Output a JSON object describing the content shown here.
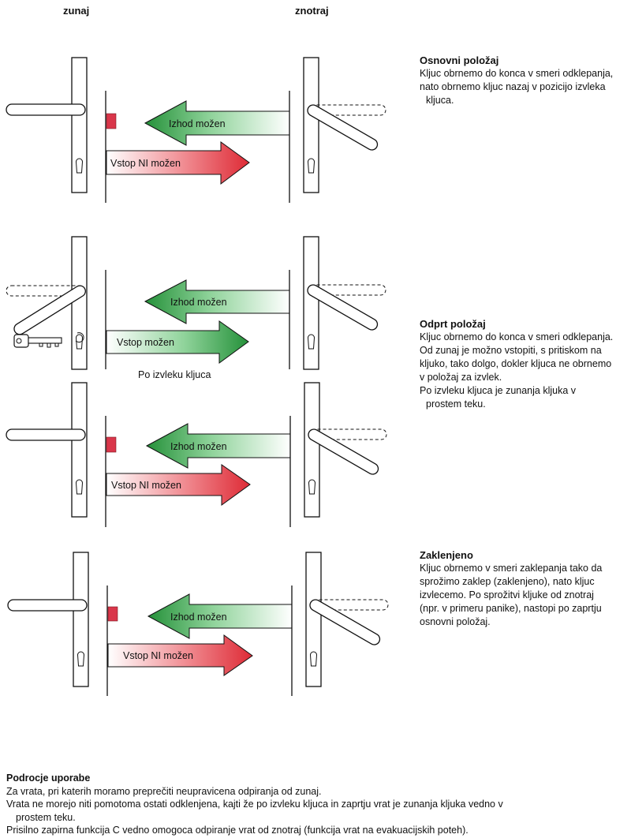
{
  "headers": {
    "outside": "zunaj",
    "inside": "znotraj"
  },
  "arrows": {
    "exit_possible": "Izhod možen",
    "entry_not_possible": "Vstop NI možen",
    "entry_possible": "Vstop možen"
  },
  "after_key_removal": "Po izvleku kljuca",
  "sections": [
    {
      "title": "Osnovni položaj",
      "lines": [
        "Kljuc obrnemo do konca v smeri odklepanja,",
        "nato obrnemo kljuc nazaj v pozicijo izvleka",
        "kljuca."
      ]
    },
    {
      "title": "Odprt položaj",
      "lines": [
        "Kljuc obrnemo do konca v smeri odklepanja.",
        "Od zunaj je možno vstopiti, s pritiskom na",
        "kljuko, tako dolgo, dokler kljuca ne obrnemo",
        "v položaj za izvlek.",
        "Po izvleku kljuca je zunanja kljuka v",
        "prostem teku."
      ]
    },
    {
      "title": "Zaklenjeno",
      "lines": [
        "Kljuc obrnemo v smeri zaklepanja tako da",
        "sprožimo zaklep (zaklenjeno), nato kljuc",
        "izvlecemo. Po sprožitvi kljuke od znotraj",
        "(npr. v primeru panike), nastopi po zaprtju",
        "osnovni položaj."
      ]
    }
  ],
  "footer": {
    "title": "Podrocje uporabe",
    "lines": [
      "Za vrata, pri katerih moramo preprečiti neupravicena odpiranja od zunaj.",
      "Vrata ne morejo niti pomotoma ostati odklenjena, kajti že po izvleku kljuca in zaprtju vrat je zunanja kljuka vedno v",
      "prostem teku.",
      "Prisilno zapirna funkcija C vedno omogoca odpiranje vrat od znotraj (funkcija vrat na evakuacijskih poteh)."
    ]
  },
  "colors": {
    "green": "#2f9a43",
    "red": "#e0323c",
    "block": "#d9364a"
  }
}
